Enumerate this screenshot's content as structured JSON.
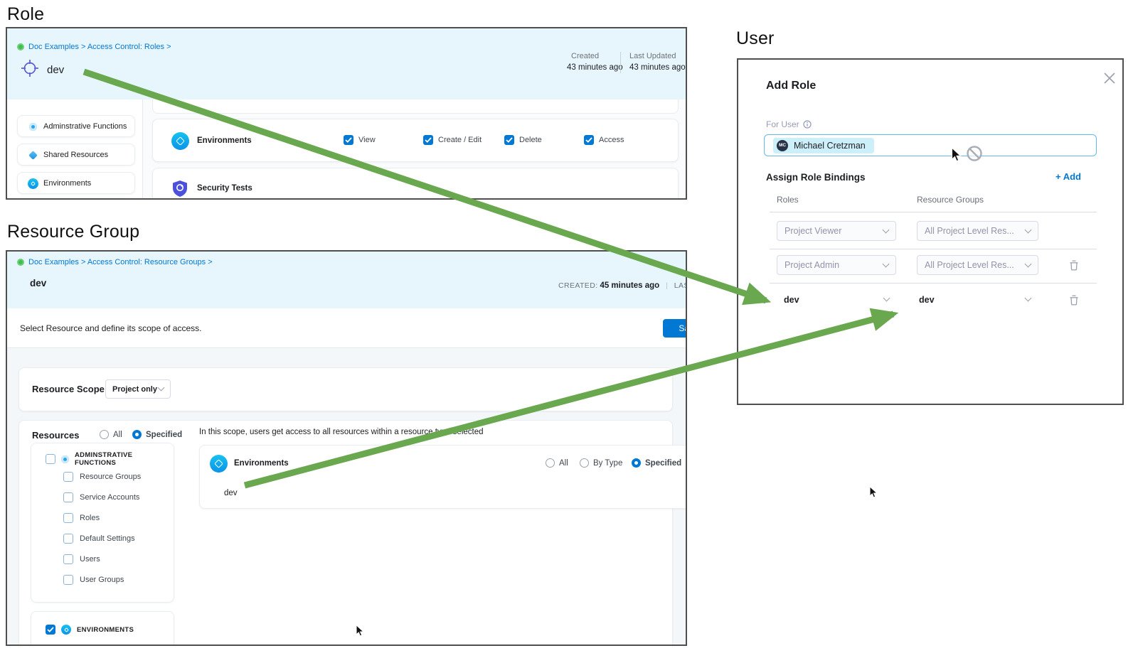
{
  "colors": {
    "accent_blue": "#0278d5",
    "arrow_green": "#6aa84f",
    "header_bg": "#e7f5fc",
    "chip_bg": "#cdeffa"
  },
  "section_labels": {
    "role": "Role",
    "resource_group": "Resource Group",
    "user": "User"
  },
  "role_panel": {
    "breadcrumb": "Doc Examples > Access Control: Roles >",
    "title": "dev",
    "created": {
      "label": "Created",
      "value": "43 minutes ago"
    },
    "last_updated": {
      "label": "Last Updated",
      "value": "43 minutes ago"
    },
    "sidebar_items": [
      "Adminstrative Functions",
      "Shared Resources",
      "Environments"
    ],
    "permission_row": {
      "resource": "Environments",
      "permissions": [
        "View",
        "Create / Edit",
        "Delete",
        "Access"
      ]
    },
    "next_row": {
      "resource": "Security Tests"
    }
  },
  "resource_group_panel": {
    "breadcrumb": "Doc Examples > Access Control: Resource Groups >",
    "title": "dev",
    "created": {
      "label": "CREATED:",
      "value": "45 minutes ago"
    },
    "last_updated_label": "LAST UPDATED:",
    "instruction": "Select Resource and define its scope of access.",
    "save_button": "Save",
    "resource_scope": {
      "label": "Resource Scope",
      "value": "Project only"
    },
    "resources_header": {
      "label": "Resources",
      "radio_all": "All",
      "radio_specified": "Specified"
    },
    "tree": {
      "parent": "ADMINSTRATIVE FUNCTIONS",
      "children": [
        "Resource Groups",
        "Service Accounts",
        "Roles",
        "Default Settings",
        "Users",
        "User Groups"
      ],
      "environments": "ENVIRONMENTS"
    },
    "scope_note": "In this scope, users get access to all resources within a resource type selected",
    "environments_card": {
      "label": "Environments",
      "radio_all": "All",
      "radio_by_type": "By Type",
      "radio_specified": "Specified",
      "item": "dev"
    }
  },
  "user_panel": {
    "dialog_title": "Add Role",
    "for_user_label": "For User",
    "user_chip": {
      "initials": "MC",
      "name": "Michael Cretzman"
    },
    "bindings_title": "Assign Role Bindings",
    "add_button": "+ Add",
    "columns": {
      "roles": "Roles",
      "resource_groups": "Resource Groups"
    },
    "rows": [
      {
        "role": "Project Viewer",
        "resource_group": "All Project Level Res..."
      },
      {
        "role": "Project Admin",
        "resource_group": "All Project Level Res..."
      },
      {
        "role": "dev",
        "resource_group": "dev"
      }
    ]
  }
}
